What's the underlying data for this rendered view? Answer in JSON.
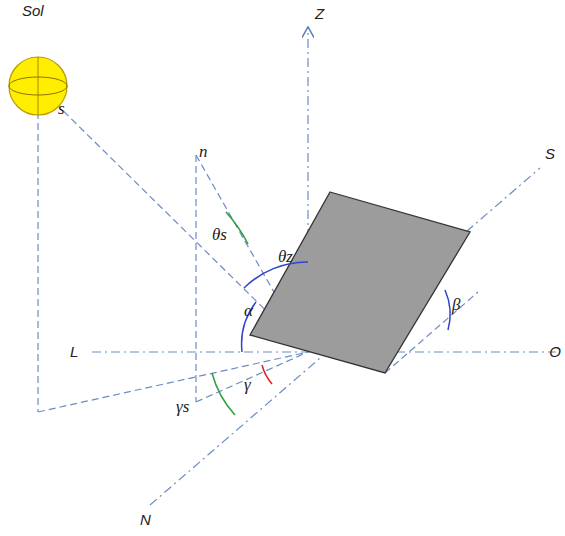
{
  "diagram": {
    "labels": [
      "Sol",
      "s",
      "n",
      "Z",
      "S",
      "L",
      "O",
      "N",
      "θs",
      "θz",
      "α",
      "β",
      "γs",
      "γ"
    ]
  }
}
